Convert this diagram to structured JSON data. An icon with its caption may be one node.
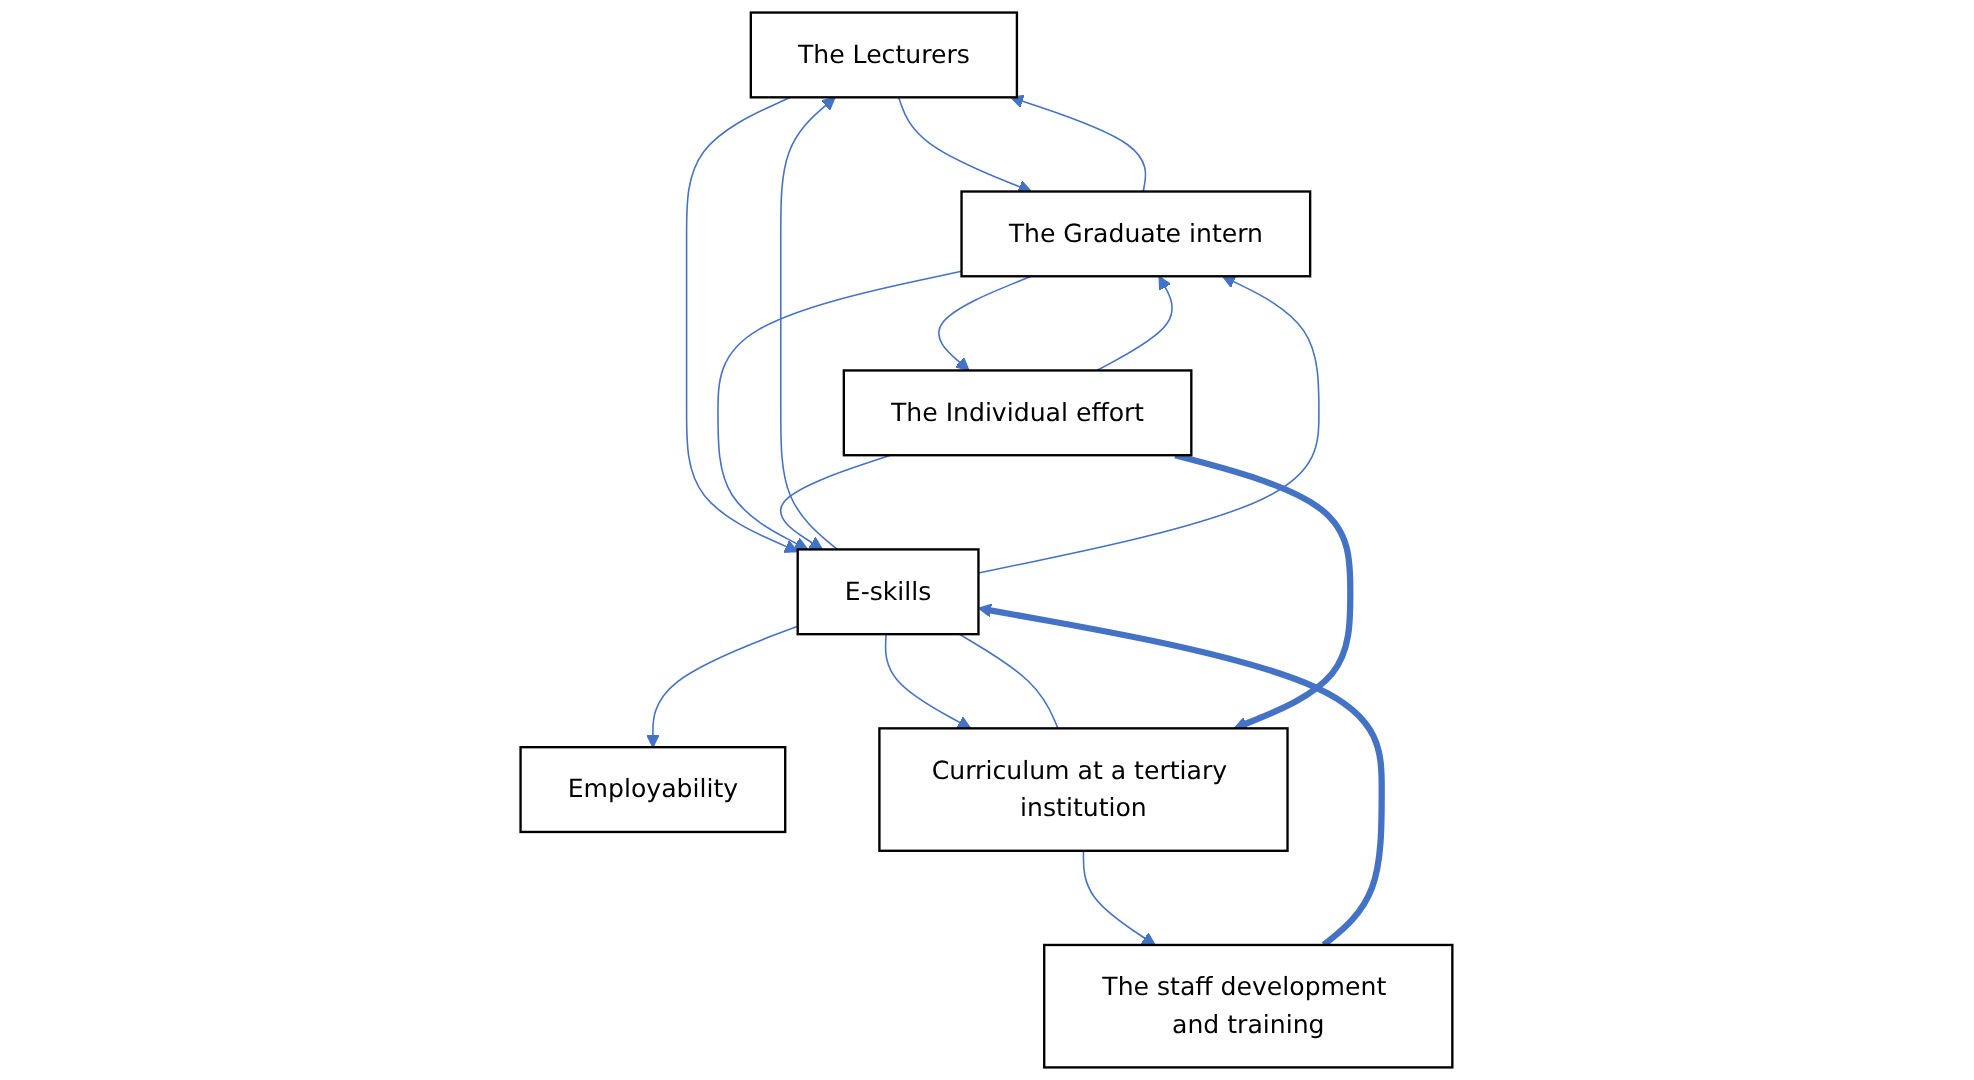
{
  "diagram": {
    "nodes": [
      {
        "text": [
          "The Lecturers"
        ]
      },
      {
        "text": [
          "The Graduate intern"
        ]
      },
      {
        "text": [
          "E-skills"
        ]
      },
      {
        "text": [
          "Employability"
        ]
      },
      {
        "text": [
          "The Individual effort"
        ]
      },
      {
        "text": [
          "Curriculum at a tertiary institution"
        ]
      },
      {
        "text": [
          "The staff development and training"
        ]
      }
    ],
    "edges": [
      {
        "from": 0,
        "to": 1,
        "arrow": "to"
      },
      {
        "from": 1,
        "to": 0,
        "arrow": "to"
      },
      {
        "from": 0,
        "to": 2,
        "arrow": "to"
      },
      {
        "from": 2,
        "to": 0,
        "arrow": "to"
      },
      {
        "from": 1,
        "to": 2,
        "arrow": "to"
      },
      {
        "from": 2,
        "to": 1,
        "arrow": "to"
      },
      {
        "from": 2,
        "to": 3,
        "arrow": "to"
      },
      {
        "from": 1,
        "to": 4,
        "arrow": "to"
      },
      {
        "from": 4,
        "to": 1,
        "arrow": "to"
      },
      {
        "from": 4,
        "to": 2,
        "arrow": "to"
      },
      {
        "from": 2,
        "to": 5,
        "arrow": "to"
      },
      {
        "from": 2,
        "to": 5,
        "arrow": "none"
      },
      {
        "from": 4,
        "to": 5,
        "arrow": "to",
        "style": "thick"
      },
      {
        "from": 5,
        "to": 6,
        "arrow": "to"
      },
      {
        "from": 6,
        "to": 2,
        "arrow": "to",
        "style": "thick"
      }
    ]
  }
}
